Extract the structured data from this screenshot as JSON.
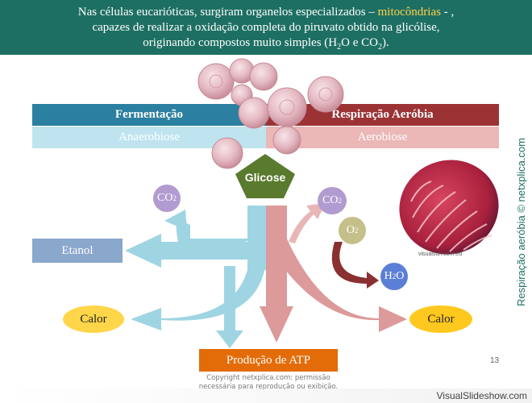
{
  "header": {
    "line1_pre": "Nas células eucarióticas, surgiram organelos especializados – ",
    "line1_highlight": "mitocôndrias",
    "line1_post": " - ,",
    "line2": "capazes de realizar a oxidação completa do piruvato obtido na glicólise,",
    "line3_pre": "originando compostos muito simples (H",
    "line3_sub1": "2",
    "line3_mid": "O e CO",
    "line3_sub2": "2",
    "line3_post": ")."
  },
  "bands": {
    "fermentacao": "Fermentação",
    "respiracao": "Respiração Aeróbia",
    "anaerobiose": "Anaerobiose",
    "aerobiose": "Aerobiose"
  },
  "nodes": {
    "glicose": "Glicose",
    "etanol": "Etanol",
    "calor_left": "Calor",
    "calor_right": "Calor",
    "atp": "Produção de ATP",
    "co2_left": {
      "main": "CO",
      "sub": "2"
    },
    "co2_right": {
      "main": "CO",
      "sub": "2"
    },
    "o2": {
      "main": "O",
      "sub": "2"
    },
    "h2o": {
      "main": "H",
      "sub": "2",
      "post": "O"
    }
  },
  "footer": {
    "copyright_line1": "Copyright netxplica.com: permissão",
    "copyright_line2": "necessária para reprodução ou exibição.",
    "page_number": "13",
    "watermark": "VisualSlideshow.com",
    "side_credit": "Respiração aeróbia © netxplica.com",
    "image_credit": "visualsun.com.ed"
  },
  "colors": {
    "header_bg": "#1e6f63",
    "fermentation_arrow": "#9fd5e2",
    "respiration_arrow": "#dc9a9a",
    "glicose_pentagon": "#5a7a2e",
    "atp_box": "#e36c09"
  }
}
